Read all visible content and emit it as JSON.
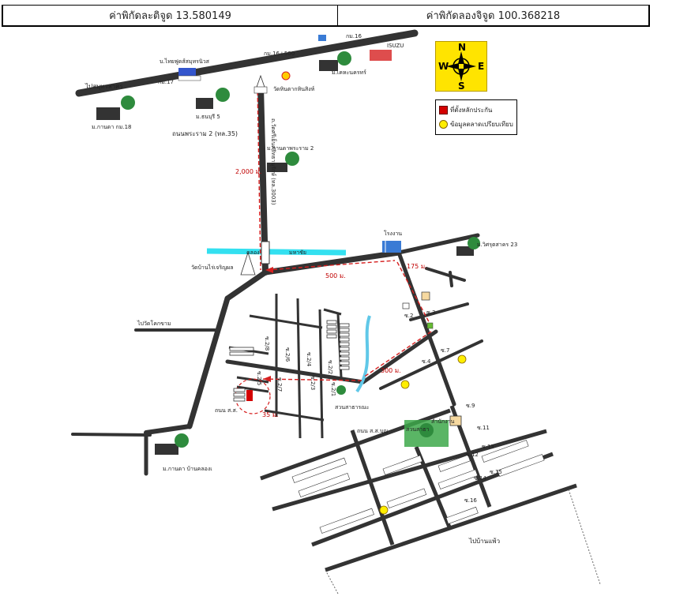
{
  "header": {
    "latitude_label": "ค่าพิกัดละติจูด 13.580149",
    "longitude_label": "ค่าพิกัดลองจิจูด 100.368218"
  },
  "compass": {
    "north": "N",
    "south": "S",
    "east": "E",
    "west": "W"
  },
  "legend": {
    "property_location": "ที่ตั้งหลักประกัน",
    "comparable_data": "ข้อมูลตลาดเปรียบเทียบ"
  },
  "labels": {
    "to_samut_sakhon": "ไปสมุทรสาคร",
    "km17": "กม.17",
    "village_lotus_thai": "บ.ไทยฟูดส์สมุทรนิวส",
    "km16_500": "กม.16+500",
    "km16": "กม.16",
    "isuzu": "ISUZU",
    "village_moo_keha": "ม.เคหะนครทร์",
    "wat_hin_taek": "วัดหินตากหินสิงห์",
    "village_krisda_18": "ม.กานดา กม.18",
    "village_thonburi_5": "ม.ธนบุรี 5",
    "rama2_road": "ถนนพระราม 2 (ทล.35)",
    "village_kanda_rama2": "ม.กานดาพระราม 2",
    "road_side_label": "ถ.วัดศรีเย็นศรัทธานุรักษ์ (ทล.3003)",
    "dist_2000": "2,000 ม.",
    "canal": "คลอง",
    "canal2": "มหาชัย",
    "factory": "โรงงาน",
    "village_wisarutsakorn": "ม.วิศรุตสาคร 23",
    "wat_ban_rai": "วัดบ้านไร่เจริญผล",
    "dist_500": "500 ม.",
    "dist_175": "175 ม.",
    "to_wat_kokkham": "ไปวัดโคกขาม",
    "soi2": "ซ.2",
    "soi3": "ซ.3",
    "soi4": "ซ.4",
    "soi7": "ซ.7",
    "soi9": "ซ.9",
    "soi11": "ซ.11",
    "soi13": "ซ.13",
    "soi15": "ซ.15",
    "soi12": "ซ.12",
    "soi14": "ซ.14",
    "soi16": "ซ.16",
    "soi_28": "ซ.2/8",
    "soi_26": "ซ.2/6",
    "soi_24": "ซ.2/4",
    "soi_22": "ซ.2/2",
    "soi_23": "ซ.2/3",
    "soi_21": "ซ.2/1",
    "soi_25": "ซ.2/5",
    "soi_27": "ซ.2/7",
    "dist_300": "300 ม.",
    "dist_35": "35 ม.",
    "public_park": "สวนสาธารณะ",
    "private_road": "ถนน ส.ส.",
    "park2": "สวนสาธา",
    "office": "สำนักงาน",
    "main_road_lower": "ถนน ส.ส.บุญ",
    "village_krisda_ban": "ม.กานดา บ้านคลองเ",
    "to_ban_lao": "ไปบ้านแพ้ว"
  },
  "colors": {
    "road": "#333333",
    "route": "#d62020",
    "canal": "#33e0f0",
    "compass_bg": "#ffe400",
    "property": "#d40000",
    "comparable": "#ffee00",
    "tree": "#2e8b3d"
  }
}
